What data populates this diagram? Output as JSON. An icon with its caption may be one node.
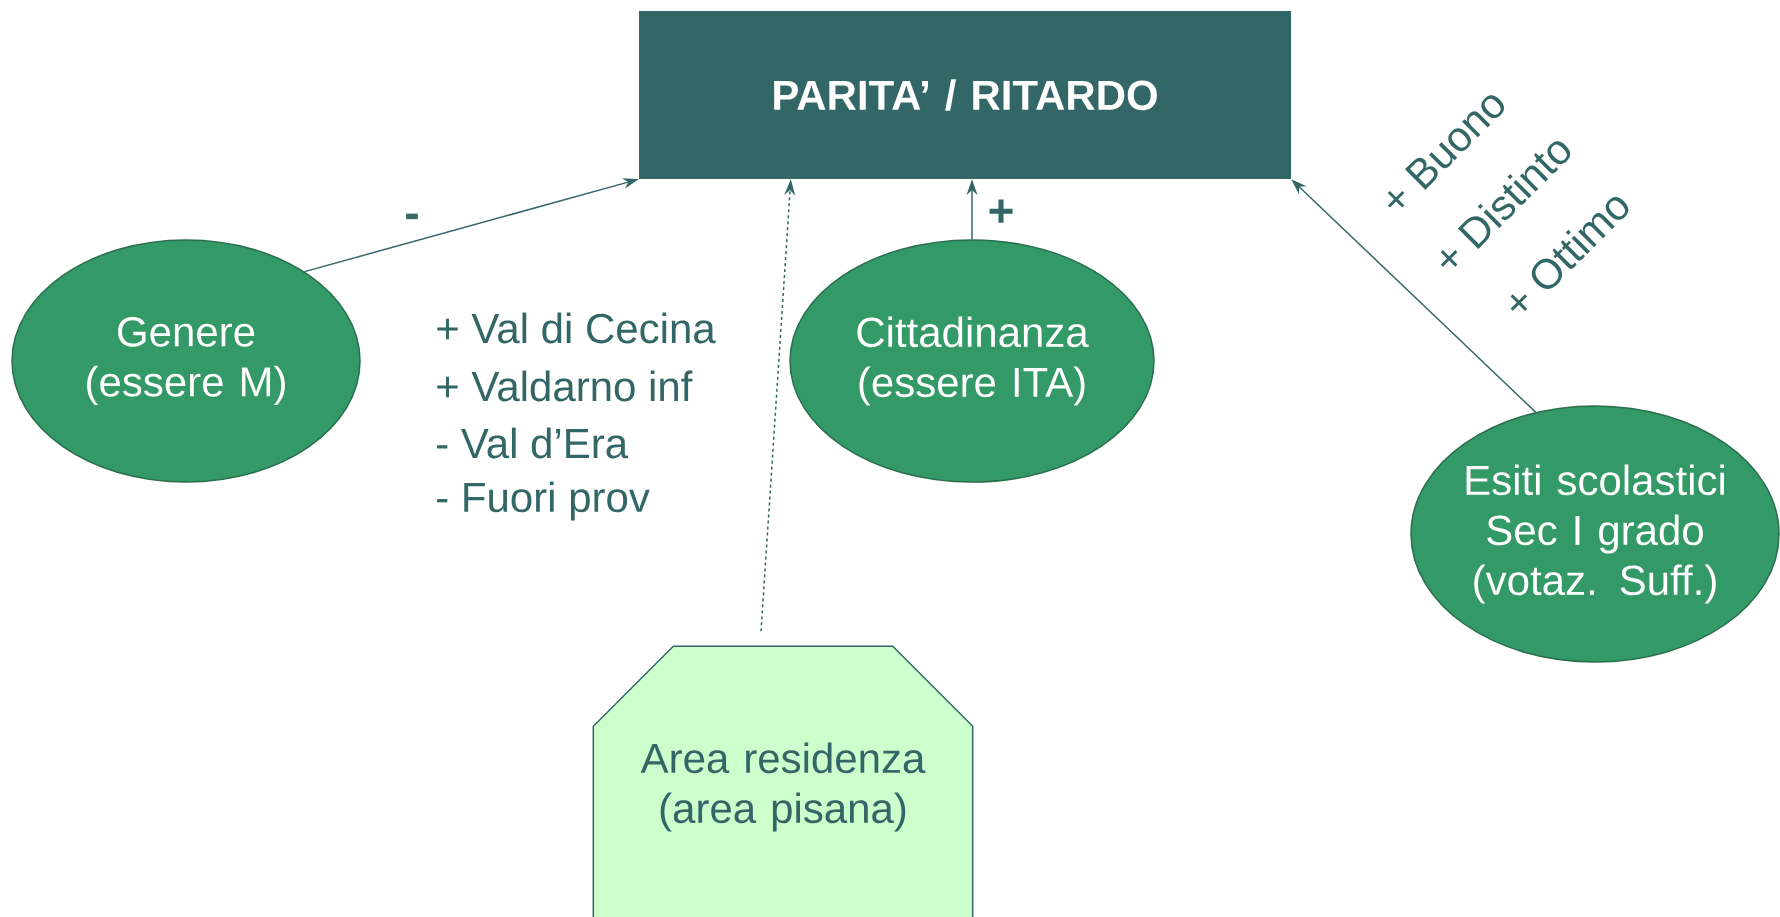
{
  "diagram": {
    "nodes": [
      {
        "text": [
          "PARITA’ / RITARDO"
        ]
      },
      {
        "text": [
          "Genere (essere M)"
        ]
      },
      {
        "text": [
          "Cittadinanza (essere ITA)"
        ]
      },
      {
        "text": [
          "Esiti scolastici Sec I grado (votaz. Suff.)"
        ]
      },
      {
        "text": [
          "Area residenza (area pisana)"
        ]
      }
    ],
    "edges": [
      {
        "from": 1,
        "to": 0,
        "arrow": "to",
        "label": "-"
      },
      {
        "from": 2,
        "to": 0,
        "arrow": "to",
        "label": "+"
      },
      {
        "from": 4,
        "to": 0,
        "arrow": "to",
        "style": "dashed"
      },
      {
        "from": 3,
        "to": 0,
        "arrow": "to"
      }
    ],
    "labels": [
      "+ Val di Cecina",
      "+ Valdarno inf",
      "- Val d’Era",
      "- Fuori prov",
      "+ Buono",
      "+ Distinto",
      "+ Ottimo"
    ]
  }
}
